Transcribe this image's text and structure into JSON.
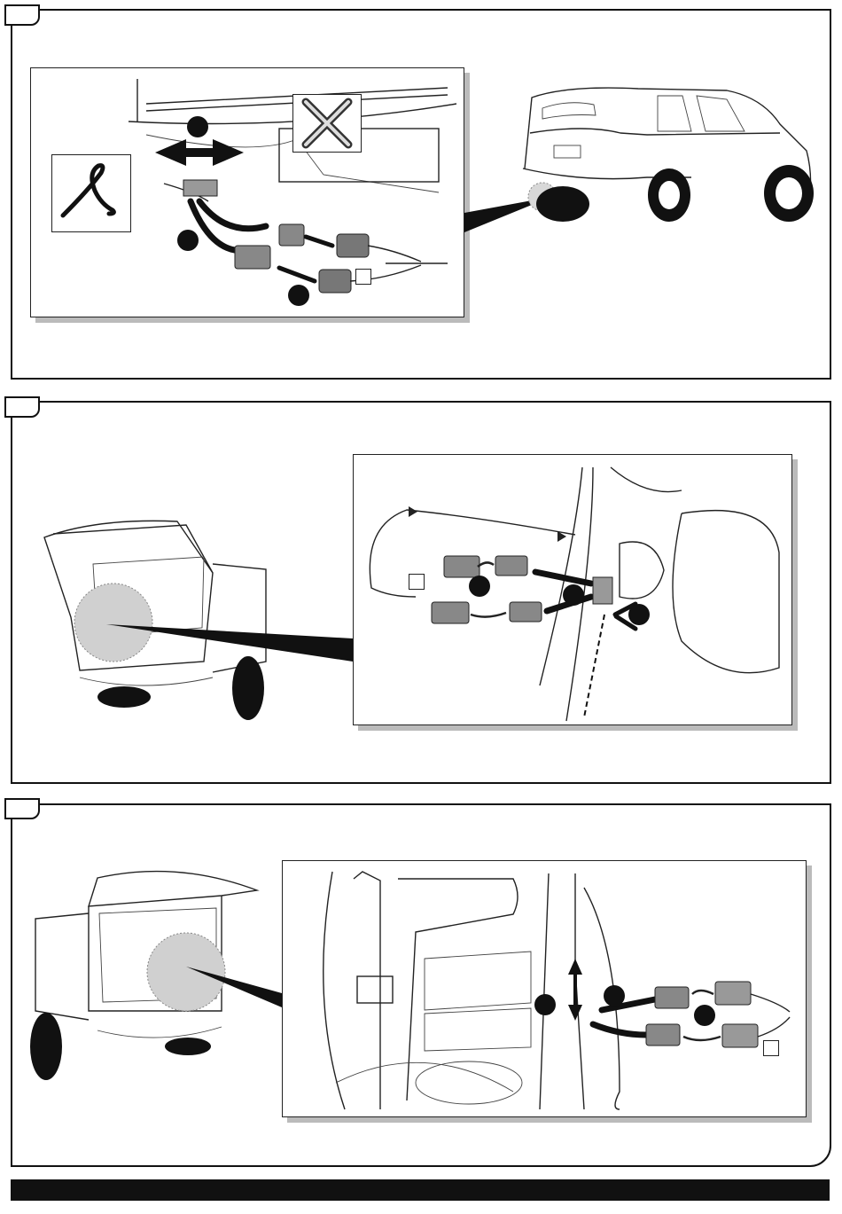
{
  "steps": [
    {
      "id": "step-1",
      "callout_labels": [
        ""
      ],
      "markers": 3
    },
    {
      "id": "step-2",
      "callout_labels": [
        ""
      ],
      "markers": 3
    },
    {
      "id": "step-3",
      "callout_labels": [
        ""
      ],
      "markers": 3
    }
  ],
  "icons": [
    "hand-wrap-tape-icon",
    "crossed-out-icon"
  ],
  "colors": {
    "ink": "#111111",
    "shade": "#bbbbbb",
    "highlight": "#d8d8d8"
  }
}
